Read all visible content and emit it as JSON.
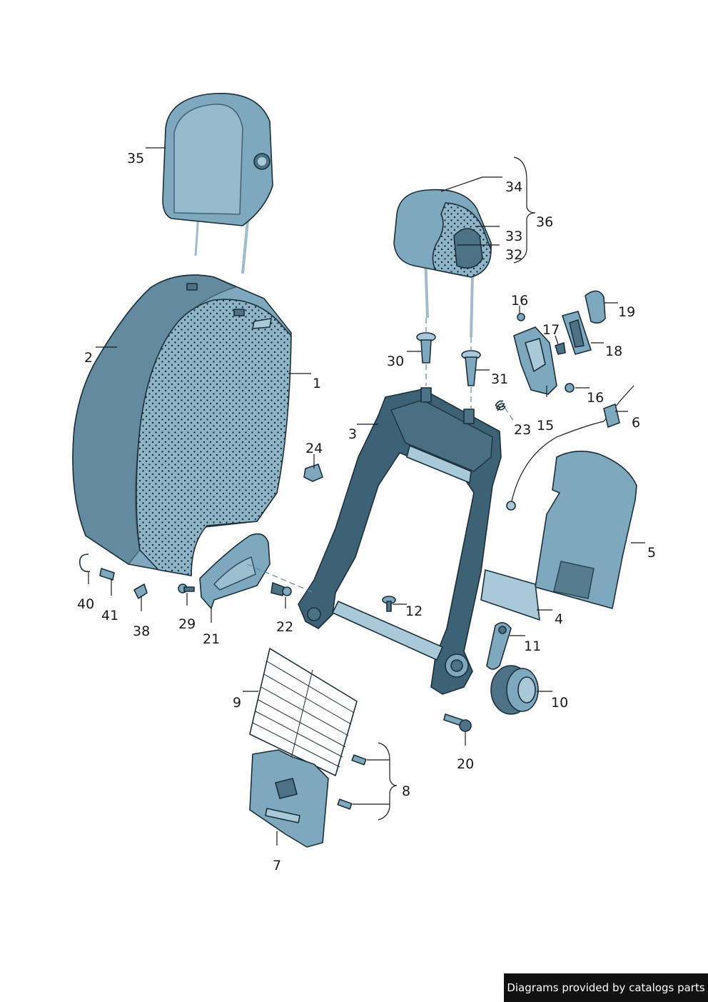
{
  "callouts": {
    "c1": "1",
    "c2": "2",
    "c3": "3",
    "c4": "4",
    "c5": "5",
    "c6": "6",
    "c7": "7",
    "c8": "8",
    "c9": "9",
    "c10": "10",
    "c11": "11",
    "c12": "12",
    "c15": "15",
    "c16a": "16",
    "c16b": "16",
    "c17": "17",
    "c18": "18",
    "c19": "19",
    "c20": "20",
    "c21": "21",
    "c22": "22",
    "c23": "23",
    "c24": "24",
    "c29": "29",
    "c30": "30",
    "c31": "31",
    "c32": "32",
    "c33": "33",
    "c34": "34",
    "c35": "35",
    "c36": "36",
    "c38": "38",
    "c40": "40",
    "c41": "41"
  },
  "footer": {
    "text": "Diagrams provided by catalogs parts"
  },
  "colors": {
    "part_fill": "#7ea8bd",
    "frame_fill": "#3e6275",
    "outline": "#1b2f3b",
    "footer_bg": "#111111"
  }
}
